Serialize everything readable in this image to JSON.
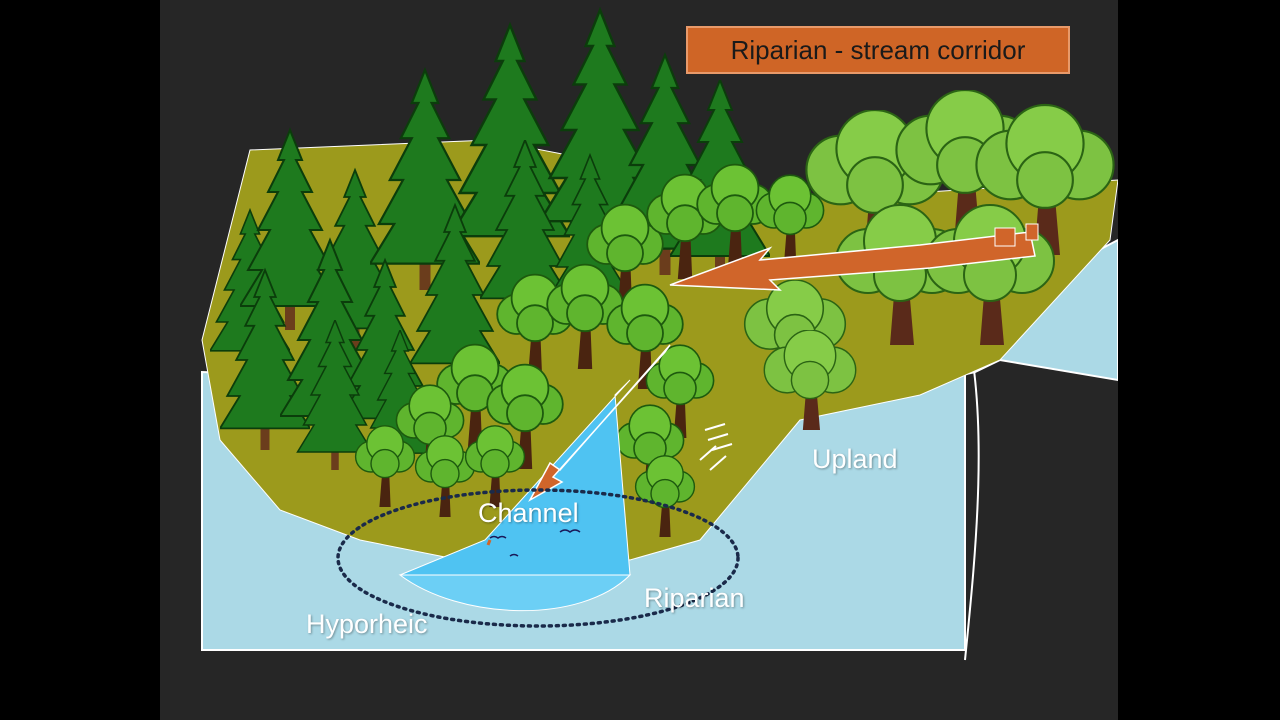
{
  "title": "Riparian - stream corridor",
  "labels": {
    "upland": "Upland",
    "channel": "Channel",
    "riparian": "Riparian",
    "hyporheic": "Hyporheic"
  },
  "colors": {
    "background": "#262626",
    "title_fill": "#CF6526",
    "water": "#ABD9E6",
    "stream": "#4FC3F2",
    "conifer": "#1E7A1E",
    "deciduous": "#5FB52E",
    "upland_tree": "#7DC242",
    "arrow": "#D0652A",
    "ground": "#9C9A1C"
  },
  "icons": [
    "conifer-tree-icon",
    "deciduous-tree-icon",
    "flow-arrow-icon",
    "bird-icon"
  ]
}
